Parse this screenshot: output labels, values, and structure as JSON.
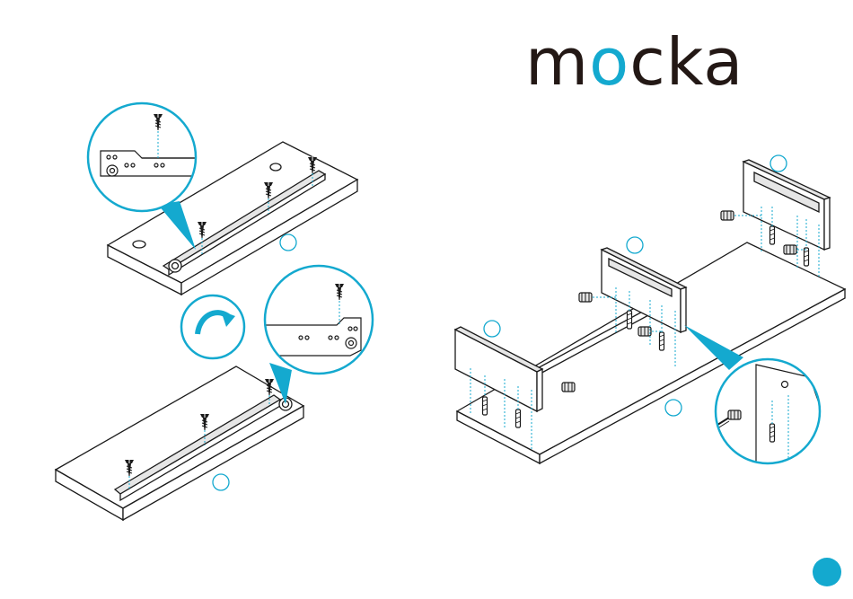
{
  "brand": {
    "part1": "m",
    "part2": "o",
    "part3": "cka",
    "text_color": "#231815",
    "accent_color": "#14a9cf"
  },
  "colors": {
    "line": "#1a1a1a",
    "accent": "#14a9cf",
    "panel_fill": "#ffffff",
    "shade_fill": "#e6e6e6"
  },
  "icons": [
    "screw-icon",
    "rotate-arrow-icon",
    "wooden-dowel-icon",
    "cam-lock-nut-icon",
    "screwdriver-icon"
  ],
  "callout_labels": [
    "",
    "",
    "",
    "",
    "",
    "",
    ""
  ]
}
